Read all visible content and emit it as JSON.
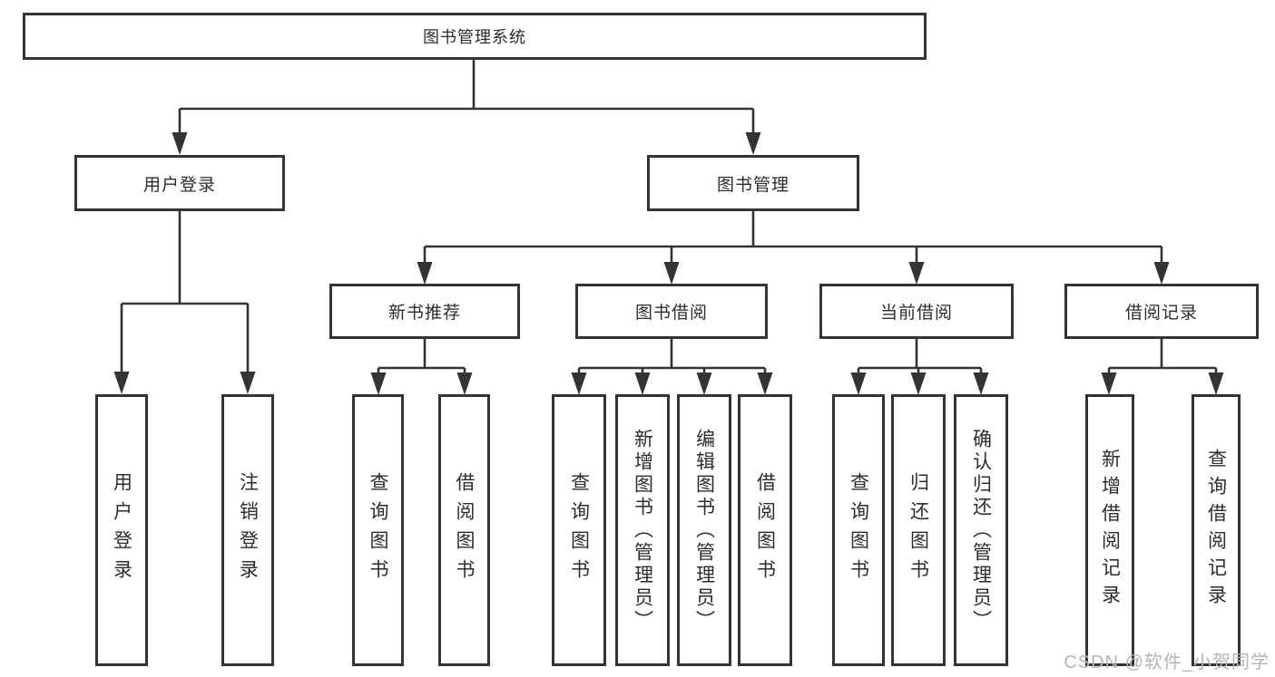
{
  "tree": {
    "root": {
      "label": "图书管理系统"
    },
    "branches": [
      {
        "label": "用户登录",
        "children": [
          {
            "label": "用户登录"
          },
          {
            "label": "注销登录"
          }
        ]
      },
      {
        "label": "图书管理",
        "children": [
          {
            "label": "新书推荐",
            "children": [
              {
                "label": "查询图书"
              },
              {
                "label": "借阅图书"
              }
            ]
          },
          {
            "label": "图书借阅",
            "children": [
              {
                "label": "查询图书"
              },
              {
                "label": "新增图书（管理员）"
              },
              {
                "label": "编辑图书（管理员）"
              },
              {
                "label": "借阅图书"
              }
            ]
          },
          {
            "label": "当前借阅",
            "children": [
              {
                "label": "查询图书"
              },
              {
                "label": "归还图书"
              },
              {
                "label": "确认归还（管理员）"
              }
            ]
          },
          {
            "label": "借阅记录",
            "children": [
              {
                "label": "新增借阅记录"
              },
              {
                "label": "查询借阅记录"
              }
            ]
          }
        ]
      }
    ]
  },
  "watermark": {
    "text": "CSDN @软件_小贺同学"
  },
  "colors": {
    "line": "#343434",
    "text": "#2d2d2d",
    "background": "#ffffff",
    "watermark": "#b5b5b5"
  }
}
